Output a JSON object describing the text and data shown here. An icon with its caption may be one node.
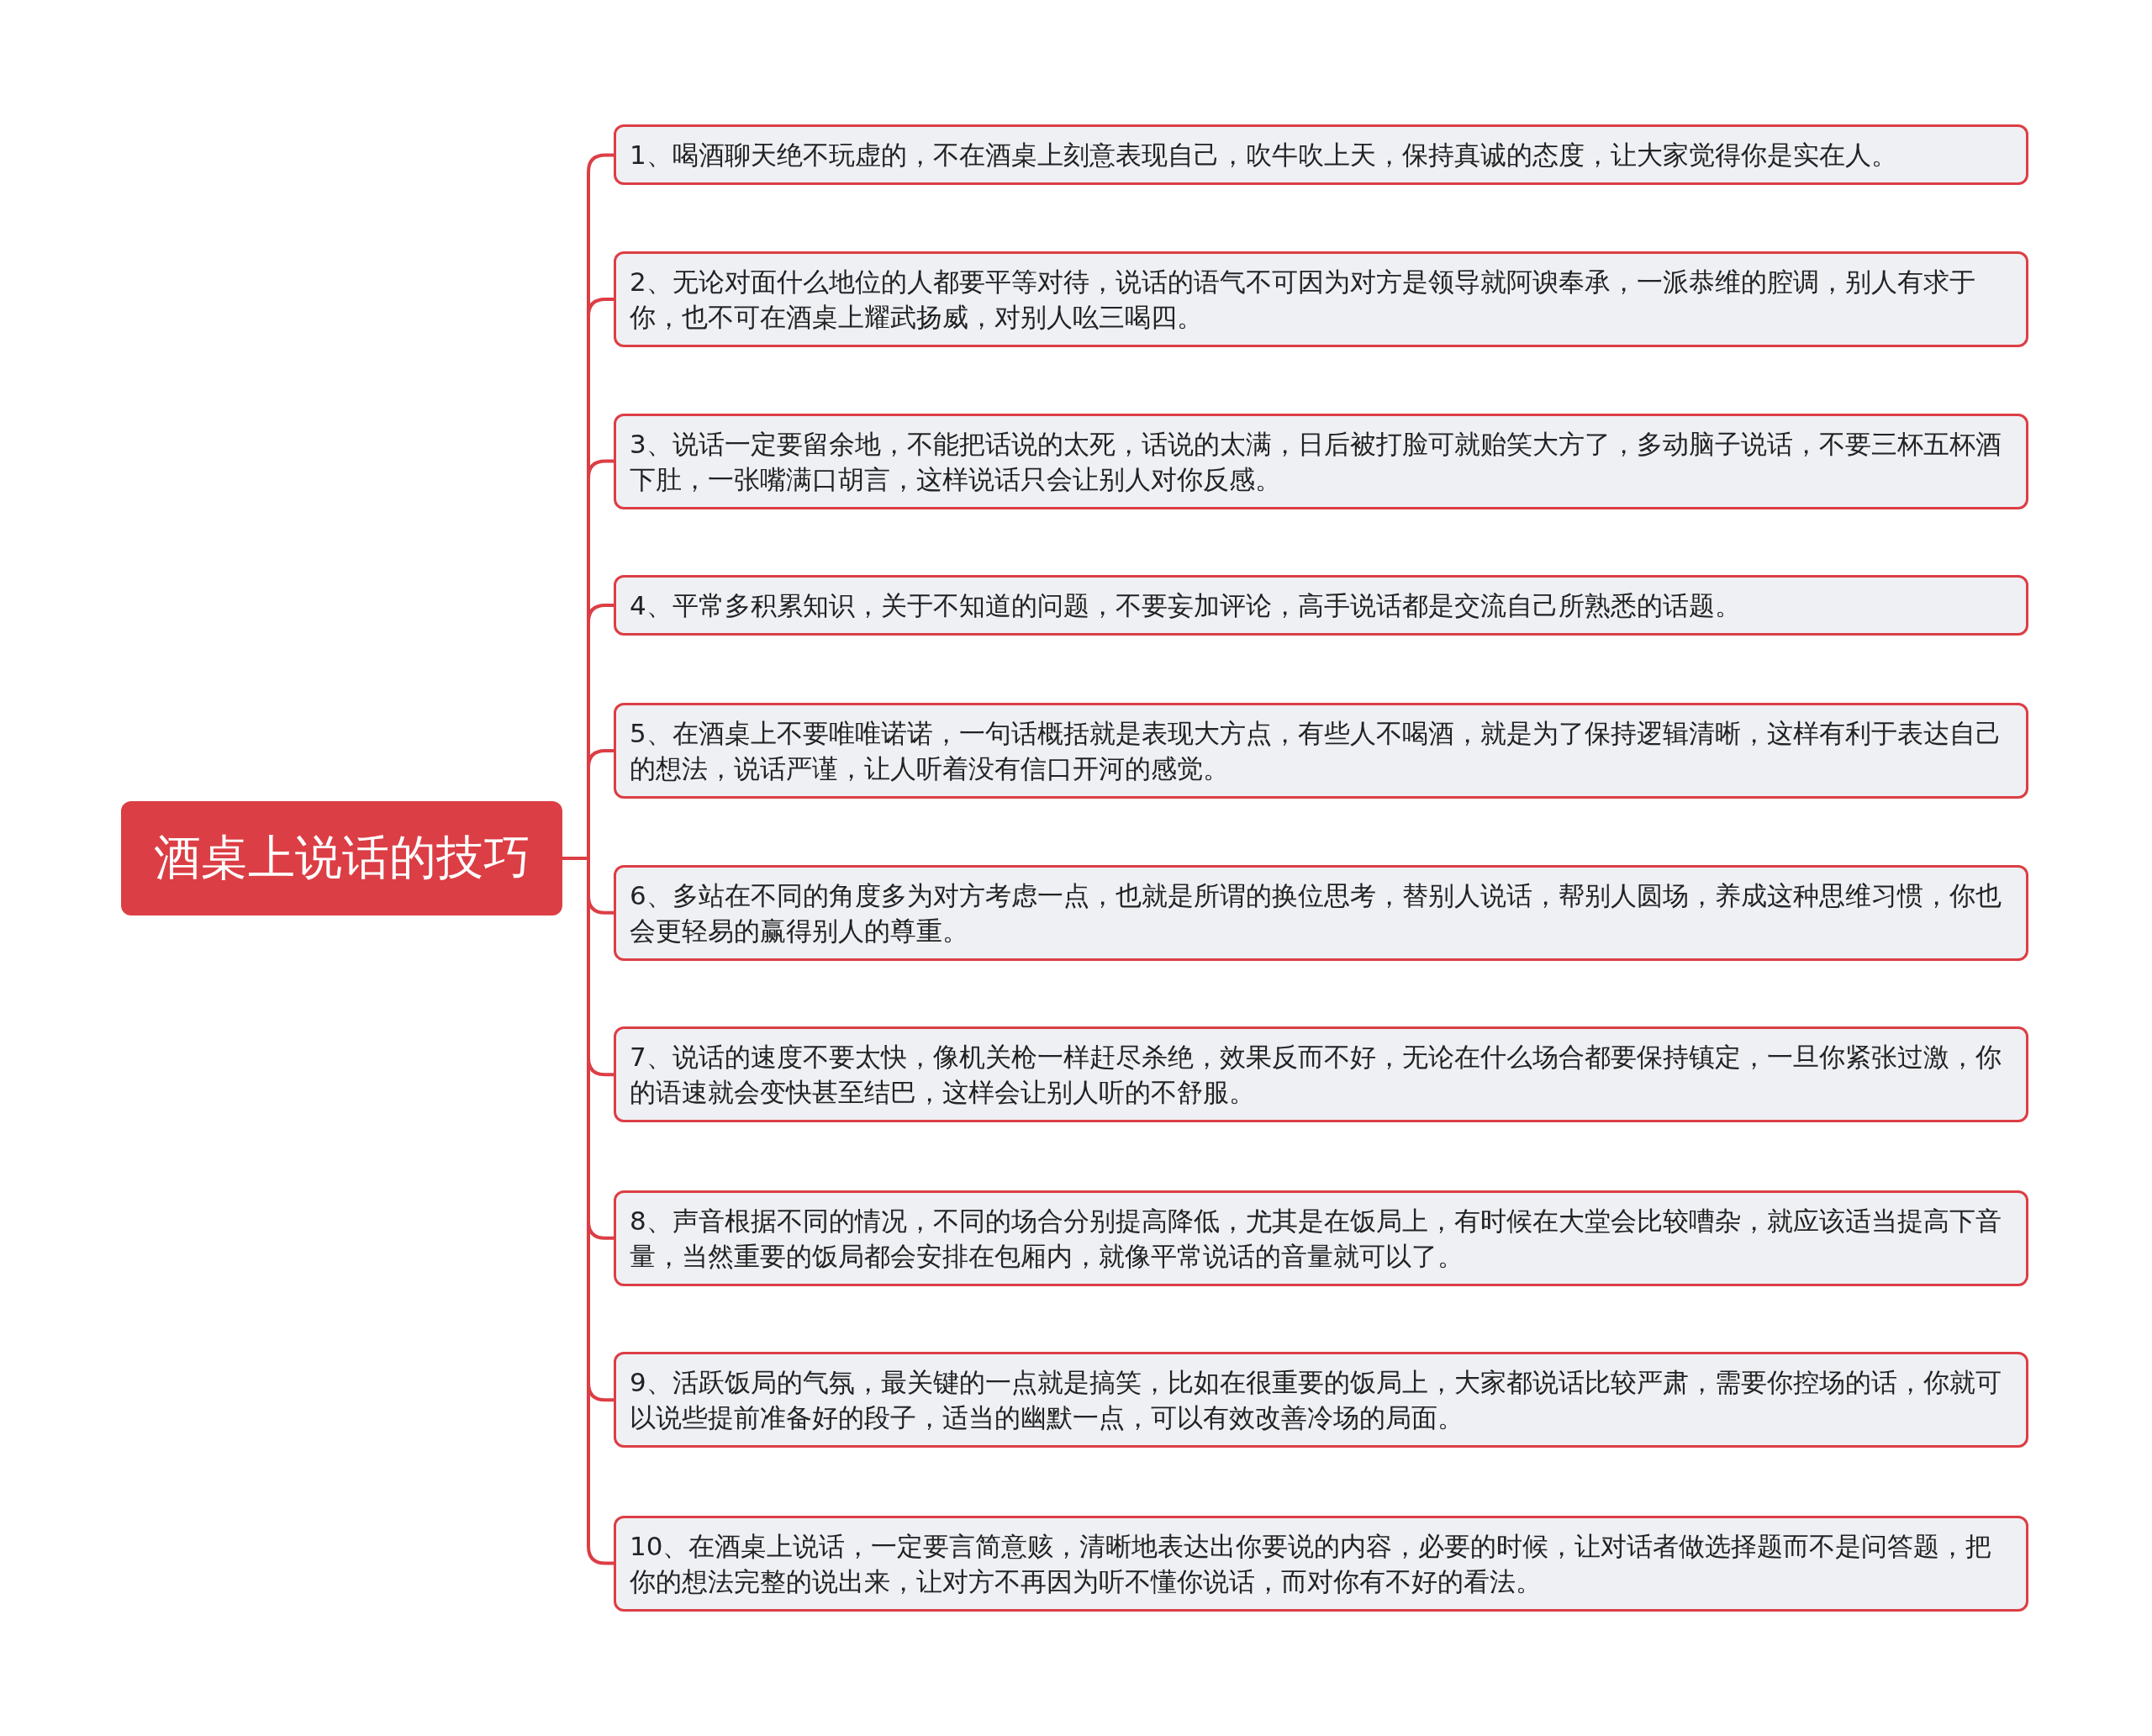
{
  "diagram": {
    "nodes": [
      {
        "text": [
          "酒桌上说话的技巧"
        ]
      },
      {
        "text": [
          "1、喝酒聊天绝不玩虚的，不在酒桌上刻意表现自己，吹牛吹上天，保持真诚的态度，让大家觉得你是实在人。"
        ]
      },
      {
        "text": [
          "2、无论对面什么地位的人都要平等对待，说话的语气不可因为对方是领导就阿谀奉承，一派恭维的腔调，别人有求于你，也不可在酒桌上耀武扬威，对别人吆三喝四。"
        ]
      },
      {
        "text": [
          "3、说话一定要留余地，不能把话说的太死，话说的太满，日后被打脸可就贻笑大方了，多动脑子说话，不要三杯五杯酒下肚，一张嘴满口胡言，这样说话只会让别人对你反感。"
        ]
      },
      {
        "text": [
          "4、平常多积累知识，关于不知道的问题，不要妄加评论，高手说话都是交流自己所熟悉的话题。"
        ]
      },
      {
        "text": [
          "5、在酒桌上不要唯唯诺诺，一句话概括就是表现大方点，有些人不喝酒，就是为了保持逻辑清晰，这样有利于表达自己的想法，说话严谨，让人听着没有信口开河的感觉。"
        ]
      },
      {
        "text": [
          "6、多站在不同的角度多为对方考虑一点，也就是所谓的换位思考，替别人说话，帮别人圆场，养成这种思维习惯，你也会更轻易的赢得别人的尊重。"
        ]
      },
      {
        "text": [
          "7、说话的速度不要太快，像机关枪一样赶尽杀绝，效果反而不好，无论在什么场合都要保持镇定，一旦你紧张过激，你的语速就会变快甚至结巴，这样会让别人听的不舒服。"
        ]
      },
      {
        "text": [
          "8、声音根据不同的情况，不同的场合分别提高降低，尤其是在饭局上，有时候在大堂会比较嘈杂，就应该适当提高下音量，当然重要的饭局都会安排在包厢内，就像平常说话的音量就可以了。"
        ]
      },
      {
        "text": [
          "9、活跃饭局的气氛，最关键的一点就是搞笑，比如在很重要的饭局上，大家都说话比较严肃，需要你控场的话，你就可以说些提前准备好的段子，适当的幽默一点，可以有效改善冷场的局面。"
        ]
      },
      {
        "text": [
          "10、在酒桌上说话，一定要言简意赅，清晰地表达出你要说的内容，必要的时候，让对话者做选择题而不是问答题，把你的想法完整的说出来，让对方不再因为听不懂你说话，而对你有不好的看法。"
        ]
      }
    ],
    "edges": [
      {
        "from": 0,
        "to": 1,
        "arrow": "none"
      },
      {
        "from": 0,
        "to": 2,
        "arrow": "none"
      },
      {
        "from": 0,
        "to": 3,
        "arrow": "none"
      },
      {
        "from": 0,
        "to": 4,
        "arrow": "none"
      },
      {
        "from": 0,
        "to": 5,
        "arrow": "none"
      },
      {
        "from": 0,
        "to": 6,
        "arrow": "none"
      },
      {
        "from": 0,
        "to": 7,
        "arrow": "none"
      },
      {
        "from": 0,
        "to": 8,
        "arrow": "none"
      },
      {
        "from": 0,
        "to": 9,
        "arrow": "none"
      },
      {
        "from": 0,
        "to": 10,
        "arrow": "none"
      }
    ]
  }
}
